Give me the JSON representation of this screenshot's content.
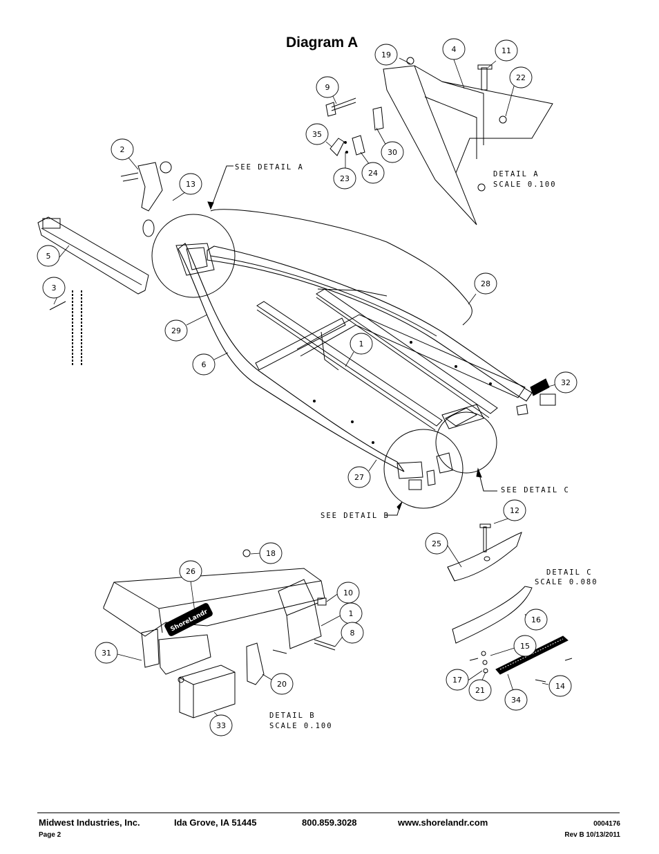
{
  "title": "Diagram A",
  "callouts": [
    {
      "id": "c19",
      "label": "19"
    },
    {
      "id": "c4",
      "label": "4"
    },
    {
      "id": "c11",
      "label": "11"
    },
    {
      "id": "c22",
      "label": "22"
    },
    {
      "id": "c9",
      "label": "9"
    },
    {
      "id": "c35",
      "label": "35"
    },
    {
      "id": "c30",
      "label": "30"
    },
    {
      "id": "c23",
      "label": "23"
    },
    {
      "id": "c24",
      "label": "24"
    },
    {
      "id": "c2",
      "label": "2"
    },
    {
      "id": "c13",
      "label": "13"
    },
    {
      "id": "c5",
      "label": "5"
    },
    {
      "id": "c3",
      "label": "3"
    },
    {
      "id": "c28",
      "label": "28"
    },
    {
      "id": "c29",
      "label": "29"
    },
    {
      "id": "c6",
      "label": "6"
    },
    {
      "id": "c1a",
      "label": "1"
    },
    {
      "id": "c32",
      "label": "32"
    },
    {
      "id": "c27",
      "label": "27"
    },
    {
      "id": "c12",
      "label": "12"
    },
    {
      "id": "c25",
      "label": "25"
    },
    {
      "id": "c18",
      "label": "18"
    },
    {
      "id": "c26",
      "label": "26"
    },
    {
      "id": "c10",
      "label": "10"
    },
    {
      "id": "c1b",
      "label": "1"
    },
    {
      "id": "c8",
      "label": "8"
    },
    {
      "id": "c31",
      "label": "31"
    },
    {
      "id": "c20",
      "label": "20"
    },
    {
      "id": "c33",
      "label": "33"
    },
    {
      "id": "c16",
      "label": "16"
    },
    {
      "id": "c15",
      "label": "15"
    },
    {
      "id": "c17",
      "label": "17"
    },
    {
      "id": "c21",
      "label": "21"
    },
    {
      "id": "c14",
      "label": "14"
    },
    {
      "id": "c34",
      "label": "34"
    }
  ],
  "notes": {
    "see_detail_a": "SEE DETAIL A",
    "see_detail_b": "SEE DETAIL B",
    "see_detail_c": "SEE DETAIL C",
    "detail_a_name": "DETAIL A",
    "detail_a_scale": "SCALE 0.100",
    "detail_b_name": "DETAIL B",
    "detail_b_scale": "SCALE 0.100",
    "detail_c_name": "DETAIL C",
    "detail_c_scale": "SCALE 0.080"
  },
  "logo_text": "ShoreLandr",
  "footer": {
    "company": "Midwest Industries, Inc.",
    "city": "Ida Grove, IA  51445",
    "phone": "800.859.3028",
    "website": "www.shorelandr.com",
    "doc_number": "0004176",
    "page": "Page 2",
    "revision": "Rev B  10/13/2011"
  }
}
